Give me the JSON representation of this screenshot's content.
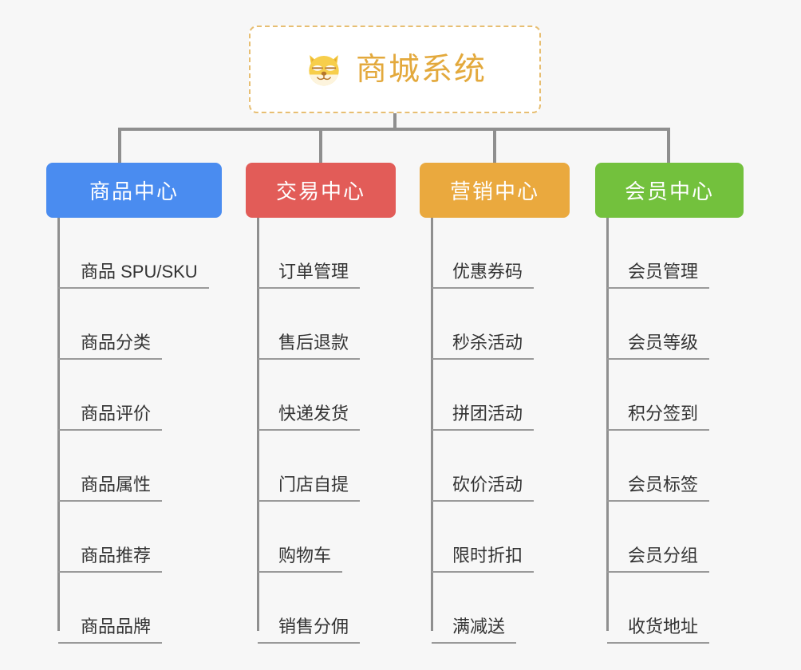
{
  "canvas": {
    "background": "#f7f7f7",
    "connector_color": "#8f8f8f",
    "leaf_text_color": "#333333",
    "leaf_rule_color": "#9a9a9a"
  },
  "root": {
    "title": "商城系统",
    "icon": "dog-face-emoji",
    "icon_glyph": "🐶",
    "title_color": "#e3a93c",
    "border_color": "#e7be72",
    "background": "#ffffff"
  },
  "branches": [
    {
      "label": "商品中心",
      "color": "#4a8cf0",
      "leaves": [
        "商品 SPU/SKU",
        "商品分类",
        "商品评价",
        "商品属性",
        "商品推荐",
        "商品品牌"
      ]
    },
    {
      "label": "交易中心",
      "color": "#e25c58",
      "leaves": [
        "订单管理",
        "售后退款",
        "快递发货",
        "门店自提",
        "购物车",
        "销售分佣"
      ]
    },
    {
      "label": "营销中心",
      "color": "#eaa93e",
      "leaves": [
        "优惠券码",
        "秒杀活动",
        "拼团活动",
        "砍价活动",
        "限时折扣",
        "满减送"
      ]
    },
    {
      "label": "会员中心",
      "color": "#73c13d",
      "leaves": [
        "会员管理",
        "会员等级",
        "积分签到",
        "会员标签",
        "会员分组",
        "收货地址"
      ]
    }
  ]
}
